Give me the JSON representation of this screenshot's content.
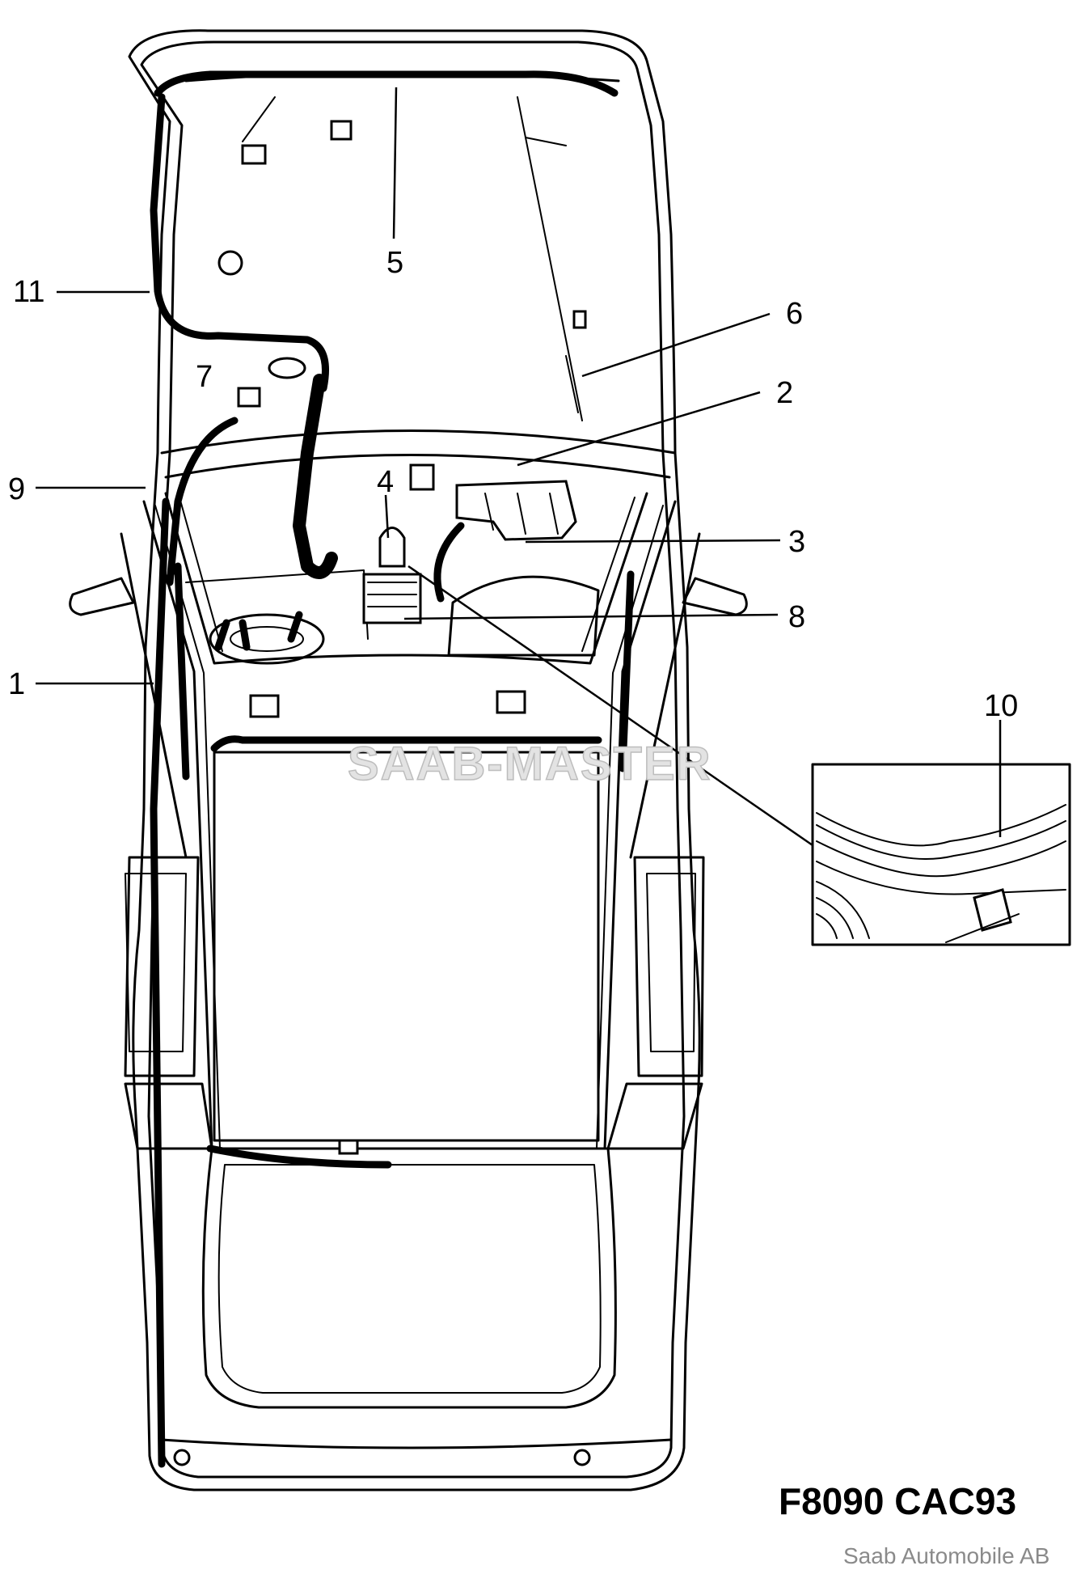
{
  "callouts": [
    "1",
    "2",
    "3",
    "4",
    "5",
    "6",
    "7",
    "8",
    "9",
    "10",
    "11"
  ],
  "figure_code": "F8090 CAC93",
  "watermark": "SAAB-MASTER",
  "copyright": "Saab Automobile AB"
}
